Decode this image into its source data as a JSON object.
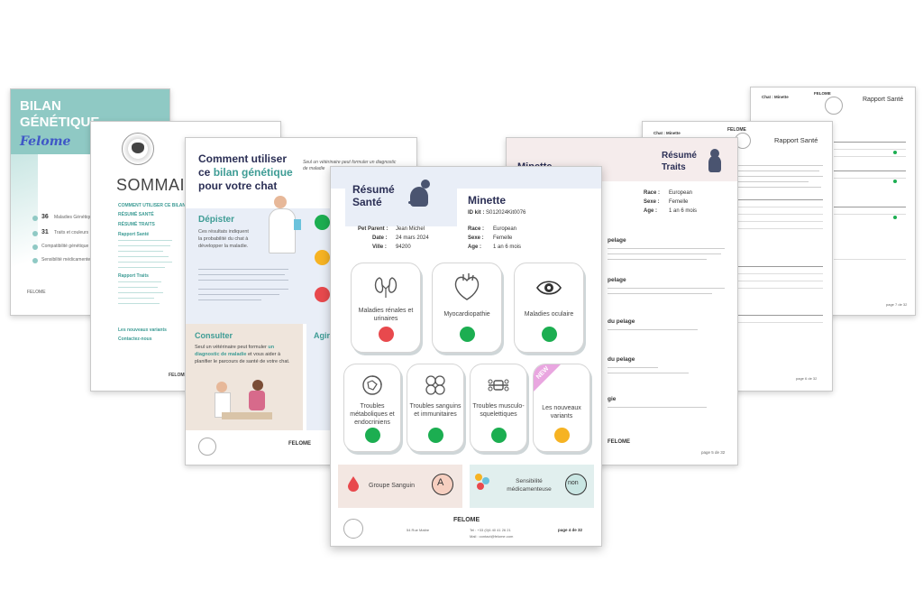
{
  "colors": {
    "teal": "#8fc9c4",
    "teal_dark": "#3e9c95",
    "navy": "#2b2f55",
    "red": "#e8494d",
    "green": "#1cae51",
    "amber": "#f6b323",
    "pink_new": "#e9a6e0",
    "bg_card": "#e9eef7",
    "sand": "#efe5dc"
  },
  "bilan": {
    "title_line1": "BILAN",
    "title_line2": "GÉNÉTIQUE",
    "brand_script": "Felome",
    "stats": [
      {
        "num": "36",
        "text": "Maladies Génétiques"
      },
      {
        "num": "31",
        "text": "Traits et couleurs"
      },
      {
        "num": "",
        "text": "Compatibilité génétique"
      },
      {
        "num": "",
        "text": "Sensibilité médicamenteuse"
      }
    ],
    "footer_brand": "FELOME"
  },
  "sommaire": {
    "title": "SOMMAIRE",
    "items": [
      "COMMENT UTILISER CE BILAN",
      "RÉSUMÉ SANTÉ",
      "RÉSUMÉ TRAITS",
      "Rapport Santé",
      "Rapport Traits",
      "Les nouveaux variants",
      "Contactez-nous"
    ],
    "footer_brand": "FELOME"
  },
  "usage": {
    "title_line1": "Comment utiliser",
    "title_ce": "ce",
    "title_highlight": "bilan génétique",
    "title_line3": "pour votre chat",
    "note_italic": "Seul un vétérinaire peut formuler un diagnostic de maladie",
    "depister_title": "Dépister",
    "depister_text": "Ces résultats indiquent la probabilité du chat à développer la maladie.",
    "consulter_title": "Consulter",
    "consulter_text_a": "Seul un vétérinaire peut formuler",
    "consulter_text_b": "un diagnostic de maladie",
    "consulter_text_c": "et vous aider à planifier le parcours de santé de votre chat.",
    "agir_title": "Agir",
    "footer_brand": "FELOME"
  },
  "traits": {
    "cat_name": "Minette",
    "header_line1": "Résumé",
    "header_line2": "Traits",
    "race_label": "Race :",
    "race_value": "European",
    "sexe_label": "Sexe :",
    "sexe_value": "Femelle",
    "age_label": "Age :",
    "age_value": "1 an 6 mois",
    "sections": [
      "pelage",
      "pelage",
      "du pelage",
      "du pelage",
      "gie"
    ],
    "footer_brand": "FELOME",
    "footer_page": "page 5 de 32"
  },
  "rapport1": {
    "chat_label": "Chat : Minette",
    "brand": "FELOME",
    "title": "Rapport Santé",
    "footer_page": "page 6 de 32"
  },
  "rapport2": {
    "chat_label": "Chat : Minette",
    "brand": "FELOME",
    "title": "Rapport Santé",
    "footer_page": "page 7 de 32"
  },
  "sante": {
    "header_line1": "Résumé",
    "header_line2": "Santé",
    "cat_name": "Minette",
    "kit_label": "ID kit :",
    "kit_value": "S012024Kit0076",
    "pet_parent_label": "Pet Parent :",
    "pet_parent_value": "Jean Michel",
    "date_label": "Date :",
    "date_value": "24 mars 2024",
    "ville_label": "Ville :",
    "ville_value": "94200",
    "race_label": "Race :",
    "race_value": "European",
    "sexe_label": "Sexe :",
    "sexe_value": "Femelle",
    "age_label": "Age :",
    "age_value": "1 an 6 mois",
    "cards_row1": [
      {
        "label": "Maladies rénales et urinaires",
        "icon": "kidney-icon",
        "status": "red"
      },
      {
        "label": "Myocardiopathie",
        "icon": "heart-icon",
        "status": "green"
      },
      {
        "label": "Maladies oculaire",
        "icon": "eye-icon",
        "status": "green"
      }
    ],
    "cards_row2": [
      {
        "label": "Troubles métaboliques et endocriniens",
        "icon": "metabolism-icon",
        "status": "green"
      },
      {
        "label": "Troubles sanguins et immunitaires",
        "icon": "blood-cells-icon",
        "status": "green"
      },
      {
        "label": "Troubles musculo-squelettiques",
        "icon": "bone-icon",
        "status": "green"
      },
      {
        "label": "Les nouveaux variants",
        "icon": "new-ribbon-icon",
        "status": "amber"
      }
    ],
    "new_ribbon": "NEW",
    "groupe_label": "Groupe Sanguin",
    "groupe_value": "A",
    "sensibilite_label": "Sensibilité médicamenteuse",
    "sensibilite_value": "non",
    "footer_brand": "FELOME",
    "footer_addr": "54 Rue Maitre",
    "footer_tel": "Tel : +33 (0)6 40 41 26 21",
    "footer_mail": "Mail : contact@felome.com",
    "footer_page": "page 4 de 32"
  }
}
